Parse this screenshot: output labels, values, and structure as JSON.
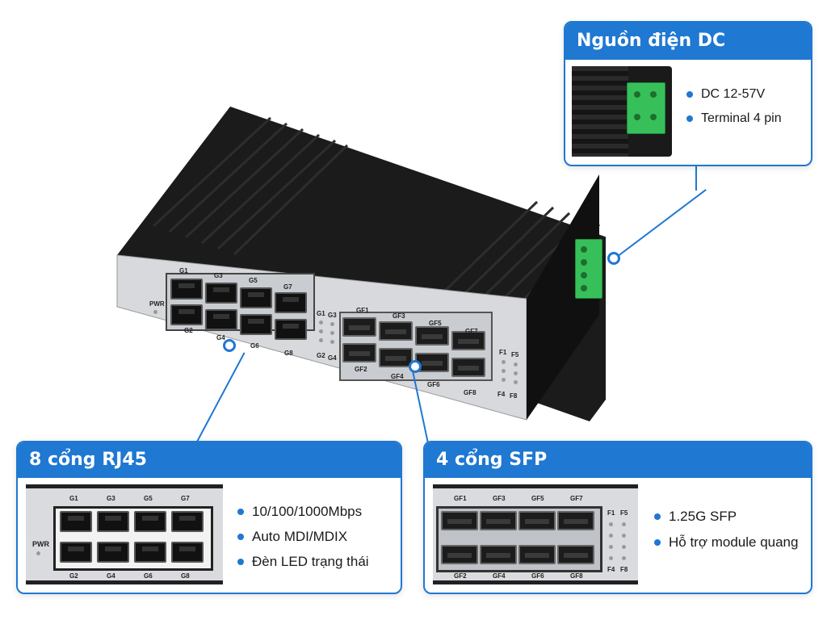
{
  "callouts": {
    "power": {
      "title": "Nguồn điện DC",
      "bullets": [
        "DC 12-57V",
        "Terminal 4 pin"
      ]
    },
    "rj45": {
      "title": "8 cổng RJ45",
      "bullets": [
        "10/100/1000Mbps",
        "Auto MDI/MDIX",
        "Đèn LED trạng thái"
      ],
      "port_labels_top": [
        "G1",
        "G3",
        "G5",
        "G7"
      ],
      "port_labels_bottom": [
        "G2",
        "G4",
        "G6",
        "G8"
      ],
      "pwr_label": "PWR"
    },
    "sfp": {
      "title": "4 cổng SFP",
      "bullets": [
        "1.25G SFP",
        "Hỗ trợ module quang"
      ],
      "port_labels_top": [
        "GF1",
        "GF3",
        "GF5",
        "GF7"
      ],
      "port_labels_bottom": [
        "GF2",
        "GF4",
        "GF6",
        "GF8"
      ],
      "led_labels": [
        "F1",
        "F5",
        "F4",
        "F8"
      ]
    }
  },
  "device": {
    "rj_labels_top": [
      "G1",
      "G3",
      "G5",
      "G7"
    ],
    "rj_labels_bottom": [
      "G2",
      "G4",
      "G6",
      "G8"
    ],
    "pwr_label": "PWR",
    "led_labels_left": [
      "G1",
      "G3",
      "G2",
      "G4"
    ],
    "sfp_labels_top": [
      "GF1",
      "GF3",
      "GF5",
      "GF7"
    ],
    "sfp_labels_bottom": [
      "GF2",
      "GF4",
      "GF6",
      "GF8"
    ],
    "sfp_led_labels": [
      "F1",
      "F5",
      "F4",
      "F8"
    ]
  },
  "colors": {
    "accent": "#1f78d1",
    "chassis": "#1a1a1a",
    "terminal": "#37c05a"
  }
}
